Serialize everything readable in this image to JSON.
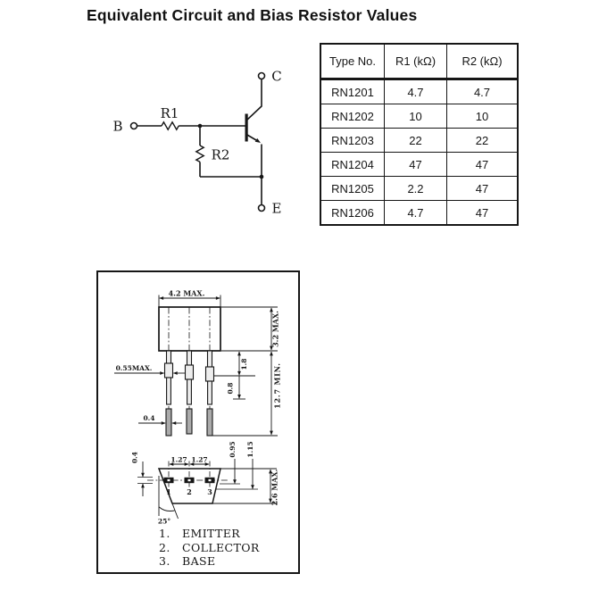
{
  "colors": {
    "ink": "#161616",
    "lead_gray": "#ababab",
    "lead_light": "#ededed"
  },
  "title": {
    "text": "Equivalent Circuit and Bias Resistor Values"
  },
  "circuit": {
    "labels": {
      "b": "B",
      "c": "C",
      "e": "E",
      "r1": "R1",
      "r2": "R2"
    }
  },
  "table": {
    "headers": [
      "Type No.",
      "R1 (kΩ)",
      "R2 (kΩ)"
    ],
    "rows": [
      {
        "type": "RN1201",
        "r1": "4.7",
        "r2": "4.7"
      },
      {
        "type": "RN1202",
        "r1": "10",
        "r2": "10"
      },
      {
        "type": "RN1203",
        "r1": "22",
        "r2": "22"
      },
      {
        "type": "RN1204",
        "r1": "47",
        "r2": "47"
      },
      {
        "type": "RN1205",
        "r1": "2.2",
        "r2": "47"
      },
      {
        "type": "RN1206",
        "r1": "4.7",
        "r2": "47"
      }
    ]
  },
  "pkg": {
    "front": {
      "dim_width": "4.2 MAX.",
      "dim_height": "3.2 MAX.",
      "dim_lead_min": "12.7 MIN.",
      "dim_lead_w": "0.55MAX.",
      "dim_lead_tip": "0.4",
      "dim_shoulder": "1.8",
      "dim_shoulder_w": "0.8"
    },
    "bottom": {
      "pitches": [
        "1.27",
        "1.27"
      ],
      "dim_a": "0.95",
      "dim_b": "1.15",
      "dim_depth": "2.6 MAX.",
      "dim_lead": "0.4",
      "angle": "25°",
      "pins": [
        "1",
        "2",
        "3"
      ]
    },
    "legend": [
      {
        "num": "1.",
        "name": "EMITTER"
      },
      {
        "num": "2.",
        "name": "COLLECTOR"
      },
      {
        "num": "3.",
        "name": "BASE"
      }
    ]
  }
}
